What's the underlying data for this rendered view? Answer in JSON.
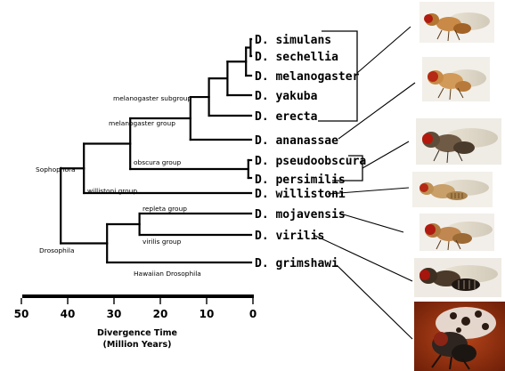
{
  "species": [
    {
      "genus": "D.",
      "name": "simulans"
    },
    {
      "genus": "D.",
      "name": "sechellia"
    },
    {
      "genus": "D.",
      "name": "melanogaster"
    },
    {
      "genus": "D.",
      "name": "yakuba"
    },
    {
      "genus": "D.",
      "name": "erecta"
    },
    {
      "genus": "D.",
      "name": "ananassae"
    },
    {
      "genus": "D.",
      "name": "pseudoobscura"
    },
    {
      "genus": "D.",
      "name": "persimilis"
    },
    {
      "genus": "D.",
      "name": "willistoni"
    },
    {
      "genus": "D.",
      "name": "mojavensis"
    },
    {
      "genus": "D.",
      "name": "virilis"
    },
    {
      "genus": "D.",
      "name": "grimshawi"
    }
  ],
  "clades": {
    "melanogaster_subgroup": "melanogaster subgroup",
    "melanogaster_group": "melanogaster group",
    "obscura_group": "obscura group",
    "willistoni_group": "willistoni group",
    "sophophora": "Sophophora",
    "repleta_group": "repleta group",
    "virilis_group": "virilis group",
    "drosophila": "Drosophila",
    "hawaiian_drosophila": "Hawaiian Drosophila"
  },
  "axis": {
    "ticks": [
      "50",
      "40",
      "30",
      "20",
      "10",
      "0"
    ],
    "title_line1": "Divergence Time",
    "title_line2": "(Million Years)"
  },
  "tree": {
    "tips": [
      {
        "id": "simulans",
        "time": 0
      },
      {
        "id": "sechellia",
        "time": 0
      },
      {
        "id": "melanogaster",
        "time": 0
      },
      {
        "id": "yakuba",
        "time": 0
      },
      {
        "id": "erecta",
        "time": 0
      },
      {
        "id": "ananassae",
        "time": 0
      },
      {
        "id": "pseudoobscura",
        "time": 0
      },
      {
        "id": "persimilis",
        "time": 0
      },
      {
        "id": "willistoni",
        "time": 0
      },
      {
        "id": "mojavensis",
        "time": 0
      },
      {
        "id": "virilis",
        "time": 0
      },
      {
        "id": "grimshawi",
        "time": 0
      }
    ],
    "nodes": [
      {
        "id": "n_simsec",
        "time": 0.5,
        "children": [
          "simulans",
          "sechellia"
        ]
      },
      {
        "id": "n_mel",
        "time": 1.5,
        "children": [
          "n_simsec",
          "melanogaster"
        ]
      },
      {
        "id": "n_yak",
        "time": 5.5,
        "children": [
          "n_mel",
          "yakuba"
        ]
      },
      {
        "id": "n_mel_subgroup",
        "time": 9.5,
        "children": [
          "n_yak",
          "erecta"
        ]
      },
      {
        "id": "n_mel_group",
        "time": 13.5,
        "children": [
          "n_mel_subgroup",
          "ananassae"
        ]
      },
      {
        "id": "n_obscura",
        "time": 1,
        "children": [
          "pseudoobscura",
          "persimilis"
        ]
      },
      {
        "id": "n_mel_obs",
        "time": 26.5,
        "children": [
          "n_mel_group",
          "n_obscura"
        ]
      },
      {
        "id": "n_sophophora",
        "time": 36.5,
        "children": [
          "n_mel_obs",
          "willistoni"
        ]
      },
      {
        "id": "n_repleta_virilis",
        "time": 24.5,
        "children": [
          "mojavensis",
          "virilis"
        ]
      },
      {
        "id": "n_drosophila",
        "time": 31.5,
        "children": [
          "n_repleta_virilis",
          "grimshawi"
        ]
      },
      {
        "id": "root",
        "time": 41.5,
        "children": [
          "n_sophophora",
          "n_drosophila"
        ]
      }
    ]
  },
  "colors": {
    "lines": "#000000",
    "fly_orange": "#c07b3a",
    "fly_red_eye": "#b01a10",
    "grimshawi_bg": "#8a2a10"
  }
}
